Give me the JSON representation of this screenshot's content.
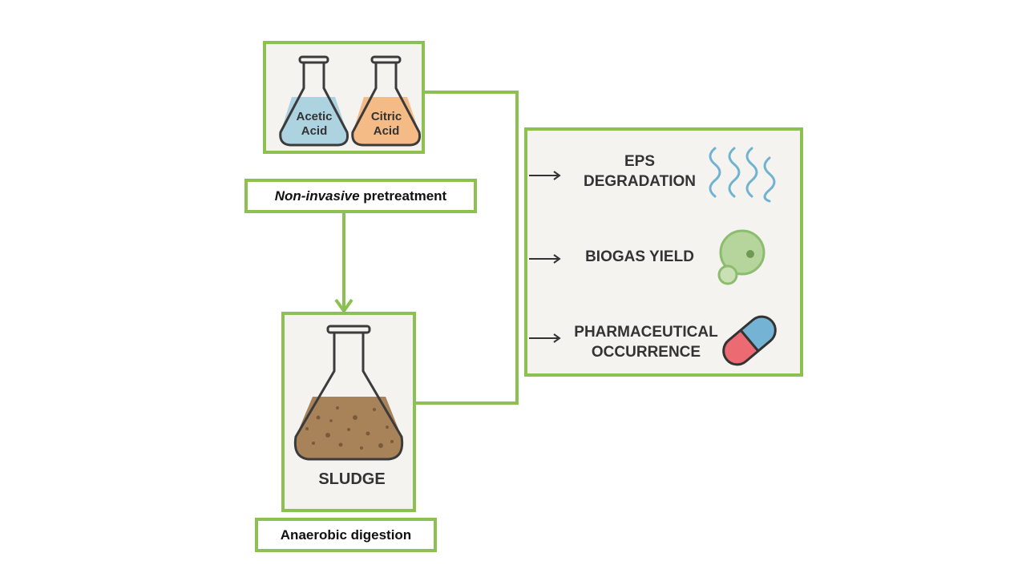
{
  "flasks": {
    "acetic": {
      "line1": "Acetic",
      "line2": "Acid"
    },
    "citric": {
      "line1": "Citric",
      "line2": "Acid"
    }
  },
  "pretreatment": {
    "italic": "Non-invasive",
    "rest": " pretreatment"
  },
  "sludge": {
    "label": "SLUDGE"
  },
  "digestion": {
    "label": "Anaerobic digestion"
  },
  "outcomes": {
    "eps": {
      "line1": "EPS",
      "line2": "DEGRADATION"
    },
    "biogas": {
      "line1": "BIOGAS YIELD"
    },
    "pharma": {
      "line1": "PHARMACEUTICAL",
      "line2": "OCCURRENCE"
    }
  },
  "colors": {
    "border": "#8cc152",
    "panel": "#f4f3ef",
    "acetic": "#aed3e0",
    "citric": "#f4bb87",
    "sludge": "#a8835a",
    "wave": "#6fb3d0",
    "bubble": "#b5d59c",
    "pill_blue": "#74b3d3",
    "pill_red": "#ec6a72"
  }
}
